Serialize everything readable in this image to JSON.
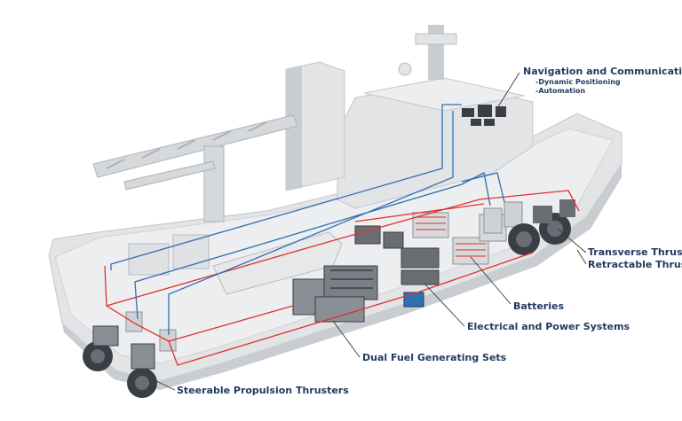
{
  "colors": {
    "hull": "#e2e4e6",
    "hull_shadow": "#c9ccd0",
    "deck": "#eceef0",
    "power_line": "#e0312f",
    "control_line": "#2f6fb3",
    "label_text": "#1f3a5f",
    "leader": "#3a3a3a",
    "equipment_dark": "#3b3f45"
  },
  "labels": {
    "navigation": {
      "title": "Navigation and Communication",
      "items": [
        "-Dynamic Positioning",
        "-Automation"
      ]
    },
    "transverse_thrusters": "Transverse Thrusters",
    "retractable_thrusters": "Retractable Thrusters",
    "batteries": "Batteries",
    "electrical": "Electrical and Power Systems",
    "generating_sets": "Dual Fuel Generating Sets",
    "propulsion": "Steerable Propulsion Thrusters"
  }
}
